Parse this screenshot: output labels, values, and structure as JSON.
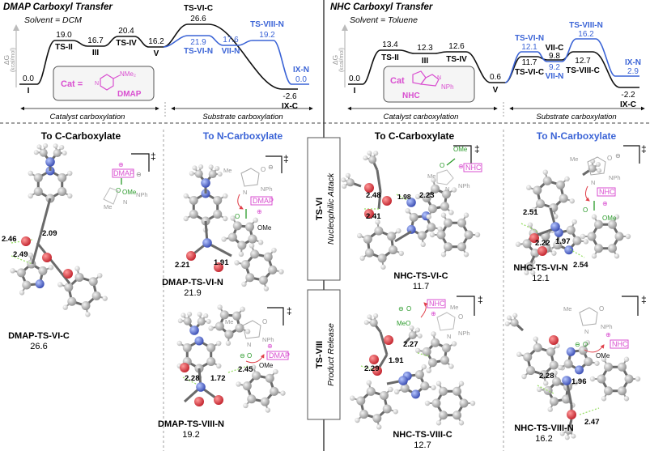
{
  "colors": {
    "black_path": "#111111",
    "blue_path": "#3a63d6",
    "magenta": "#d94fd0",
    "green": "#2a9a2a",
    "gray": "#9a9a9a",
    "atom_red": "#e0404a",
    "atom_blue": "#5a78d8",
    "atom_gray": "#bdbdbd"
  },
  "left_panel": {
    "title": "DMAP Carboxyl Transfer",
    "solvent": "Solvent = DCM",
    "axis_label": "ΔG",
    "axis_unit": "(kcal/mol)",
    "catalyst_label": "Cat =",
    "catalyst_group": "NMe₂",
    "catalyst_name": "DMAP",
    "stage1": "Catalyst carboxylation",
    "stage2": "Substrate carboxylation",
    "levels": [
      {
        "value": "0.0",
        "label": "I"
      },
      {
        "value": "19.0",
        "label": "TS-II"
      },
      {
        "value": "16.7",
        "label": "III"
      },
      {
        "value": "20.4",
        "label": "TS-IV"
      },
      {
        "value": "16.2",
        "label": "V"
      },
      {
        "value": "26.6",
        "label": "TS-VI-C"
      },
      {
        "value": "21.9",
        "label": "TS-VI-N"
      },
      {
        "value": "17.6",
        "label": "VII-N"
      },
      {
        "value": "19.2",
        "label": "TS-VIII-N"
      },
      {
        "value": "0.0",
        "label": "IX-N"
      },
      {
        "value": "-2.6",
        "label": "IX-C"
      }
    ]
  },
  "right_panel": {
    "title": "NHC Carboxyl Transfer",
    "solvent": "Solvent = Toluene",
    "axis_label": "ΔG",
    "axis_unit": "(kcal/mol)",
    "catalyst_label": "Cat",
    "catalyst_name": "NHC",
    "catalyst_group": "NPh",
    "stage1": "Catalyst carboxylation",
    "stage2": "Substrate carboxylation",
    "levels": [
      {
        "value": "0.0",
        "label": "I"
      },
      {
        "value": "13.4",
        "label": "TS-II"
      },
      {
        "value": "12.3",
        "label": "III"
      },
      {
        "value": "12.6",
        "label": "TS-IV"
      },
      {
        "value": "0.6",
        "label": "V"
      },
      {
        "value": "12.1",
        "label": "TS-VI-N"
      },
      {
        "value": "11.7",
        "label": "TS-VI-C"
      },
      {
        "value": "9.8",
        "label": "VII-C"
      },
      {
        "value": "9.2",
        "label": "VII-N"
      },
      {
        "value": "16.2",
        "label": "TS-VIII-N"
      },
      {
        "value": "12.7",
        "label": "TS-VIII-C"
      },
      {
        "value": "2.9",
        "label": "IX-N"
      },
      {
        "value": "-2.2",
        "label": "IX-C"
      }
    ]
  },
  "column_headers": {
    "dmap_c": "To C-Carboxylate",
    "dmap_n": "To N-Carboxylate",
    "nhc_c": "To C-Carboxylate",
    "nhc_n": "To N-Carboxylate"
  },
  "side_labels": {
    "ts6_name": "TS-VI",
    "ts6_desc": "Nucleophilic Attack",
    "ts8_name": "TS-VIII",
    "ts8_desc": "Product Release"
  },
  "structures": [
    {
      "label": "DMAP-TS-VI-C",
      "energy": "26.6",
      "distances": [
        "2.46",
        "2.49",
        "2.09"
      ]
    },
    {
      "label": "DMAP-TS-VI-N",
      "energy": "21.9",
      "distances": [
        "2.21",
        "1.91"
      ]
    },
    {
      "label": "DMAP-TS-VIII-N",
      "energy": "19.2",
      "distances": [
        "2.28",
        "1.72",
        "2.45"
      ]
    },
    {
      "label": "NHC-TS-VI-C",
      "energy": "11.7",
      "distances": [
        "2.48",
        "2.41",
        "1.98",
        "2.23"
      ]
    },
    {
      "label": "NHC-TS-VI-N",
      "energy": "12.1",
      "distances": [
        "2.51",
        "2.22",
        "1.97",
        "2.54"
      ]
    },
    {
      "label": "NHC-TS-VIII-C",
      "energy": "12.7",
      "distances": [
        "2.29",
        "1.91",
        "2.27"
      ]
    },
    {
      "label": "NHC-TS-VIII-N",
      "energy": "16.2",
      "distances": [
        "2.28",
        "1.96",
        "2.47"
      ]
    }
  ],
  "chem_text": {
    "dmap": "DMAP",
    "nhc": "NHC",
    "me": "Me",
    "ome": "OMe",
    "meo": "MeO",
    "nph": "NPh",
    "n": "N",
    "o": "O",
    "ddagger": "‡",
    "plus": "⊕",
    "minus": "⊖"
  }
}
